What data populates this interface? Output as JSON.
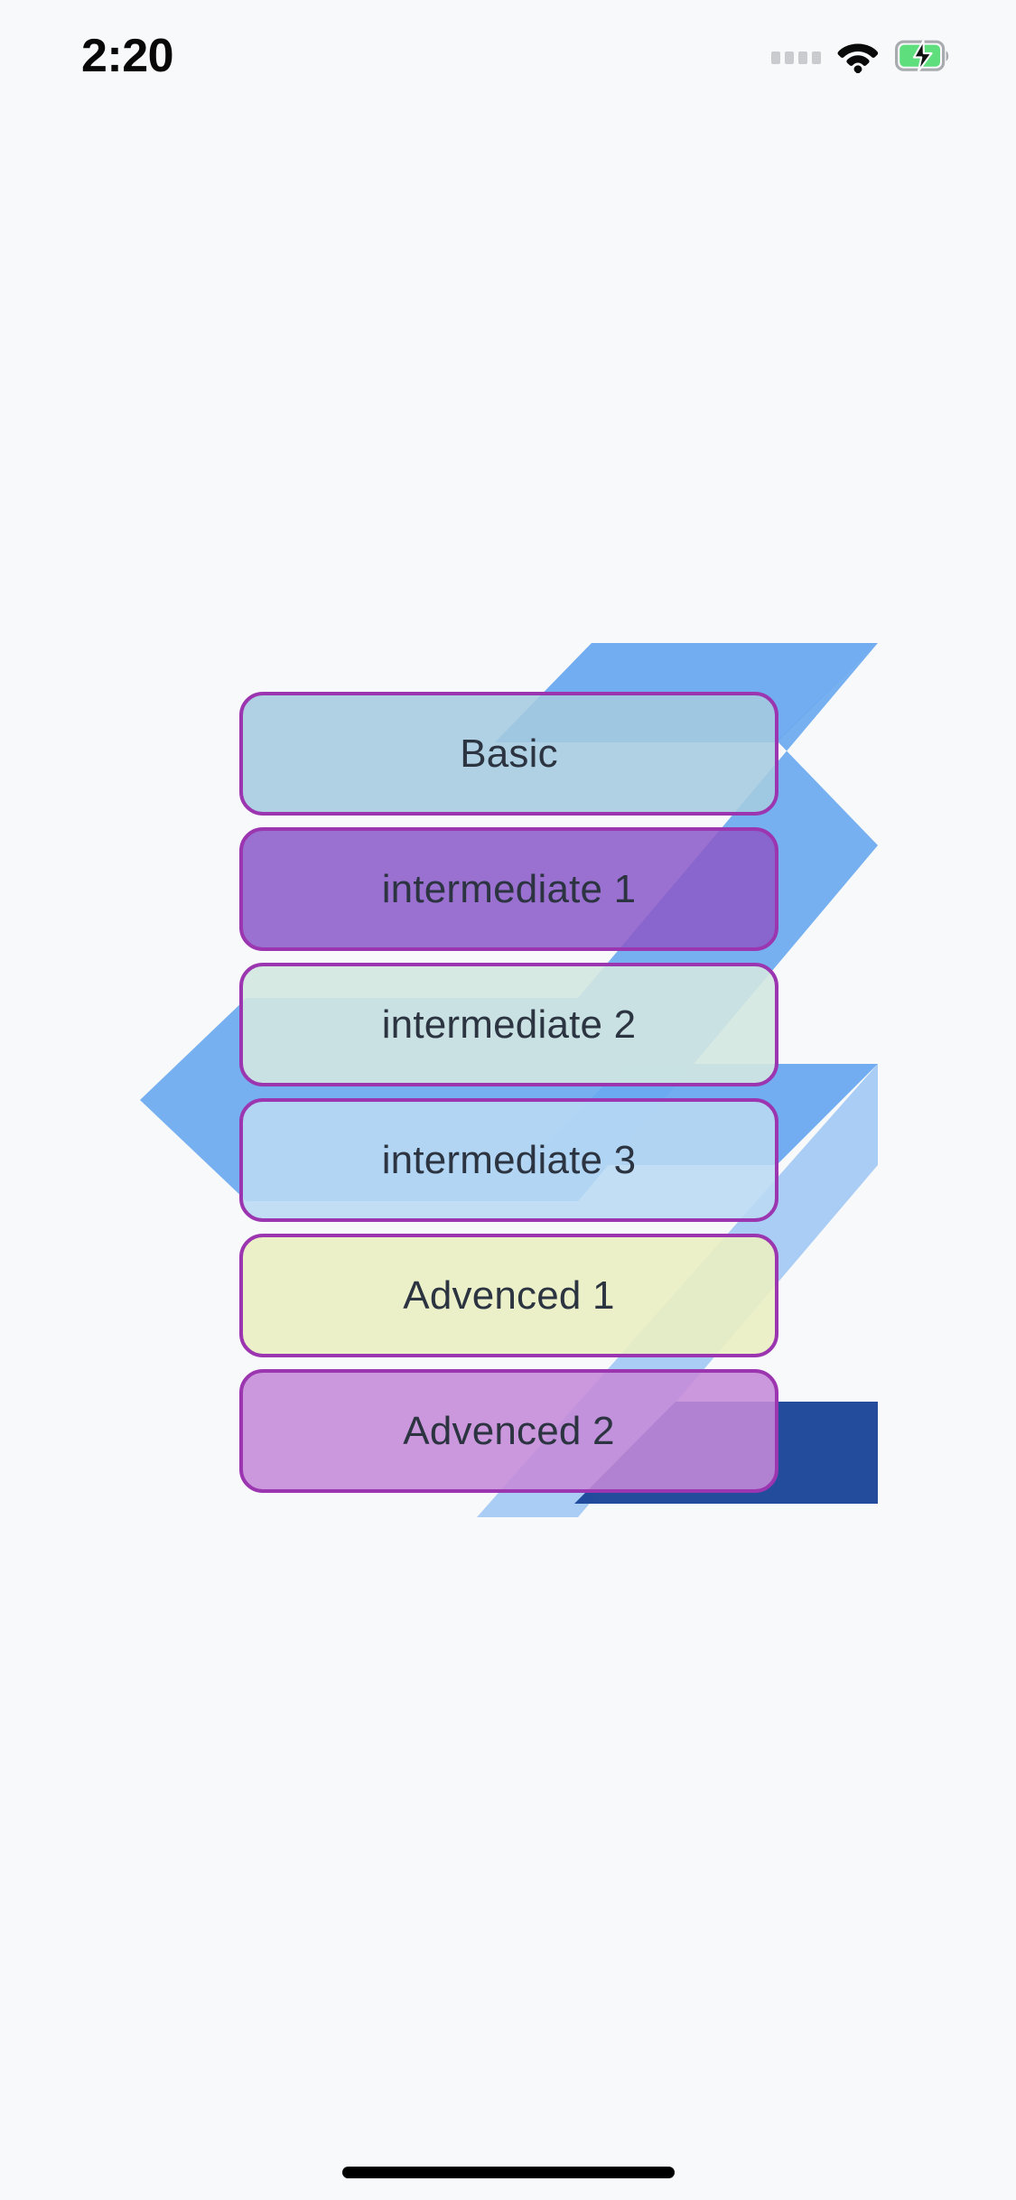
{
  "status_bar": {
    "time": "2:20",
    "signal_icon": "signal-dots-icon",
    "wifi_icon": "wifi-icon",
    "battery_icon": "battery-charging-icon",
    "battery_color": "#5ede7d",
    "battery_outline_color": "#a8abaf"
  },
  "screen": {
    "background_color": "#f8f9fa",
    "title": ""
  },
  "decor": {
    "arrow_blue_light": "#6aa9f0",
    "arrow_blue_mid": "#7fb4ec",
    "arrow_blue_dark": "#1d4699",
    "shapes": [
      {
        "name": "arrow-top-right",
        "color": "#6aa9f0"
      },
      {
        "name": "arrow-middle-right",
        "color": "#6aa9f0"
      },
      {
        "name": "arrow-bottom-dark",
        "color": "#1d4699"
      }
    ]
  },
  "levels": {
    "border_color": "#9b35b0",
    "text_color": "#2b3440",
    "items": [
      {
        "label": "Basic",
        "fill": "#a5cbdf",
        "alpha": 0.88
      },
      {
        "label": "intermediate 1",
        "fill": "#8a5ac8",
        "alpha": 0.86
      },
      {
        "label": "intermediate 2",
        "fill": "#d3e7e0",
        "alpha": 0.9
      },
      {
        "label": "intermediate 3",
        "fill": "#b9d9f2",
        "alpha": 0.88
      },
      {
        "label": "Advenced 1",
        "fill": "#eaeec2",
        "alpha": 0.9
      },
      {
        "label": "Advenced 2",
        "fill": "#c58ad8",
        "alpha": 0.88
      }
    ]
  },
  "home_indicator": {
    "label": "home-indicator",
    "color": "#000000"
  }
}
